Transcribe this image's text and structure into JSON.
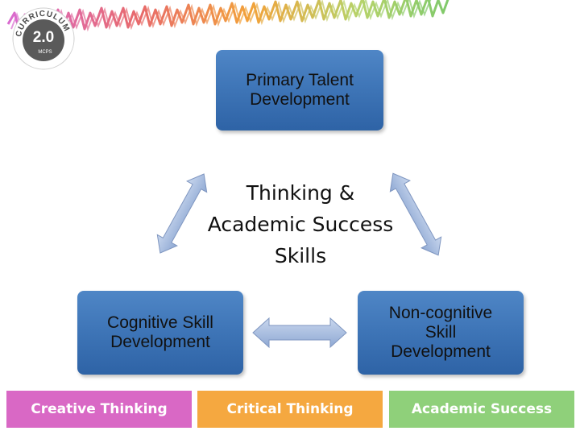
{
  "logo": {
    "arc_text": "CURRICULUM",
    "version": "2.0",
    "org": "MCPS"
  },
  "diagram": {
    "top_box": {
      "line1": "Primary Talent",
      "line2": "Development"
    },
    "left_box": {
      "line1": "Cognitive Skill",
      "line2": "Development"
    },
    "right_box": {
      "line1": "Non-cognitive",
      "line2": "Skill",
      "line3": "Development"
    },
    "center": {
      "line1": "Thinking &",
      "line2": "Academic Success",
      "line3": "Skills"
    }
  },
  "bottom_strips": {
    "creative": "Creative Thinking",
    "critical": "Critical Thinking",
    "academic": "Academic Success"
  },
  "colors": {
    "box_blue": "#3f76b8",
    "arrow_fill": "#a9bfe0",
    "creative": "#d968c5",
    "critical": "#f5a840",
    "academic": "#8fd07a",
    "logo_dark": "#5a5a5a"
  }
}
